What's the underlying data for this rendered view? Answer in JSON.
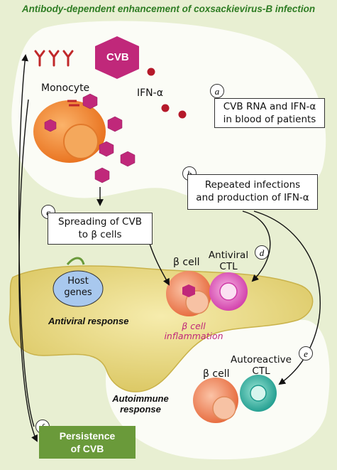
{
  "title": "Antibody-dependent enhancement of coxsackievirus-B infection",
  "virus_label": "CVB",
  "monocyte_label": "Monocyte",
  "ifn_label": "IFN-α",
  "steps": {
    "a": {
      "letter": "a",
      "line1": "CVB RNA and IFN-α",
      "line2": "in blood of patients"
    },
    "b": {
      "letter": "b",
      "line1": "Repeated infections",
      "line2": "and production of IFN-α"
    },
    "c": {
      "letter": "c",
      "line1": "Spreading of CVB",
      "line2": "to β cells"
    },
    "d": {
      "letter": "d"
    },
    "e": {
      "letter": "e"
    },
    "f": {
      "letter": "f",
      "line1": "Persistence",
      "line2": "of CVB"
    }
  },
  "host_genes": {
    "line1": "Host",
    "line2": "genes"
  },
  "beta_cell_label": "β cell",
  "antiviral_ctl": {
    "line1": "Antiviral",
    "line2": "CTL"
  },
  "antiviral_response": "Antiviral response",
  "inflammation": {
    "line1": "β cell",
    "line2": "inflammation"
  },
  "autoreactive_ctl": {
    "line1": "Autoreactive",
    "line2": "CTL"
  },
  "autoimmune_response": {
    "line1": "Autoimmune",
    "line2": "response"
  },
  "colors": {
    "virus": "#c0287a",
    "monocyte": "#f08a3a",
    "pancreas": "#e8d77a",
    "persist_box": "#6a9a3a",
    "title": "#2f7d24"
  }
}
